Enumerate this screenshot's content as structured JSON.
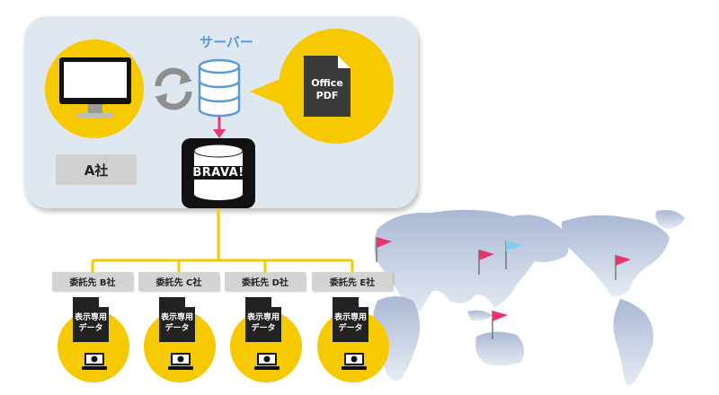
{
  "server": {
    "title": "サーバー"
  },
  "company_a": {
    "label": "A社"
  },
  "brava": {
    "label": "BRAVA!"
  },
  "source_doc": {
    "line1": "Office",
    "line2": "PDF"
  },
  "contractors": [
    {
      "tag": "委託先 B社",
      "doc_line1": "表示専用",
      "doc_line2": "データ"
    },
    {
      "tag": "委託先 C社",
      "doc_line1": "表示専用",
      "doc_line2": "データ"
    },
    {
      "tag": "委託先 D社",
      "doc_line1": "表示専用",
      "doc_line2": "データ"
    },
    {
      "tag": "委託先 E社",
      "doc_line1": "表示専用",
      "doc_line2": "データ"
    }
  ],
  "colors": {
    "accent_yellow": "#f7c900",
    "panel": "#dfe7f1",
    "server_blue": "#5b9bd5",
    "arrow_pink": "#e8356e",
    "map": "#c9d3e6"
  }
}
